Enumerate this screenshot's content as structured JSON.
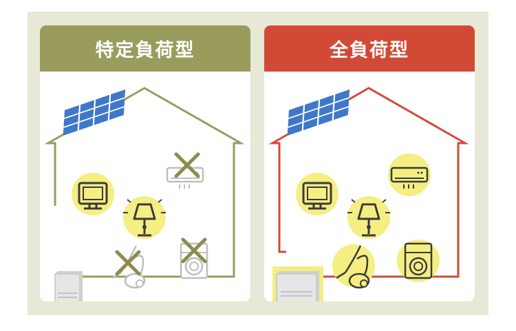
{
  "panels": [
    {
      "title": "特定負荷型",
      "accent": "#9a9c5e"
    },
    {
      "title": "全負荷型",
      "accent": "#d24a36"
    }
  ],
  "colors": {
    "background": "#e7e8d6",
    "highlight": "#f4ee83",
    "solar_panel": "#3f78c9",
    "icon_stroke": "#3a3a3a",
    "cross_mark": "#8c8c4c",
    "battery": "#e6e6e6"
  },
  "icons": [
    "solar-panel",
    "tv",
    "air-conditioner",
    "lamp",
    "vacuum-cleaner",
    "washing-machine",
    "battery"
  ]
}
